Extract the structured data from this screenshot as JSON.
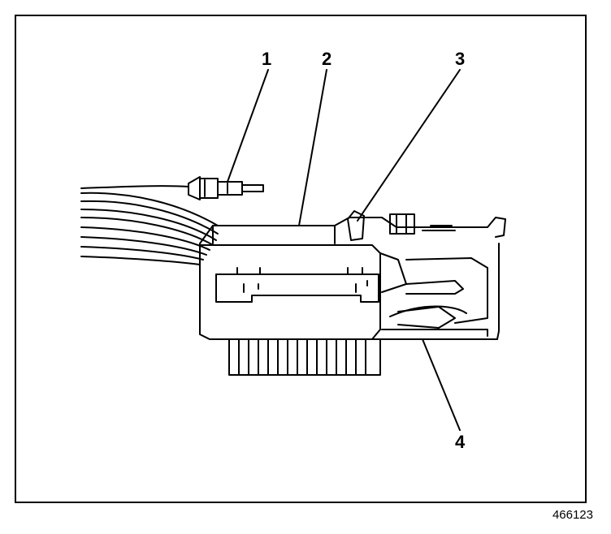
{
  "callouts": [
    {
      "id": "1",
      "label": "1"
    },
    {
      "id": "2",
      "label": "2"
    },
    {
      "id": "3",
      "label": "3"
    },
    {
      "id": "4",
      "label": "4"
    }
  ],
  "figure_number": "466123"
}
